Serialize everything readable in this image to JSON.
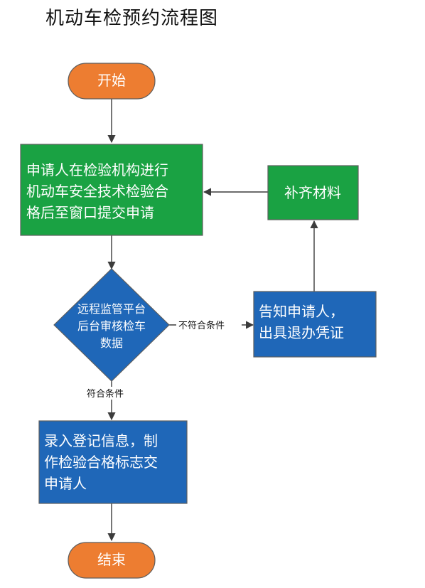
{
  "title": "机动车检预约流程图",
  "nodes": {
    "start": "开始",
    "apply": [
      "申请人在检验机构进行",
      "机动车安全技术检验合",
      "格后至窗口提交申请"
    ],
    "supplement": "补齐材料",
    "review": [
      "远程监管平台",
      "后台审核检车",
      "数据"
    ],
    "notify": [
      "告知申请人，",
      "出具退办凭证"
    ],
    "register": [
      "录入登记信息，制",
      "作检验合格标志交",
      "申请人"
    ],
    "end": "结束"
  },
  "edges": {
    "fail_label": "不符合条件",
    "pass_label": "符合条件"
  },
  "colors": {
    "terminal_fill": "#ED7D31",
    "process_green": "#1AA243",
    "process_blue": "#1F67B8",
    "stroke": "#3C3C3C"
  }
}
